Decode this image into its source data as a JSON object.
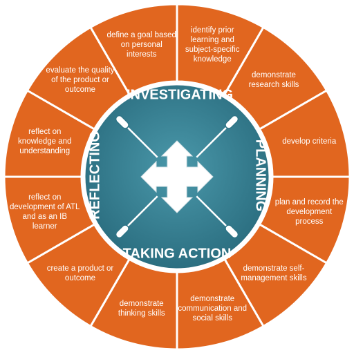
{
  "colors": {
    "segment": "#E1661F",
    "segment_border": "#ffffff",
    "center": "#2E7486",
    "center_inner": "#3F8D9F",
    "text": "#ffffff"
  },
  "phases": {
    "top": "INVESTIGATING",
    "right": "PLANNING",
    "bottom": "TAKING ACTION",
    "left": "REFLECTING"
  },
  "segments": [
    "identify prior learning and subject-specific knowledge",
    "demonstrate research skills",
    "develop criteria",
    "plan and record the development process",
    "demonstrate self-management skills",
    "demonstrate communication and social skills",
    "demonstrate thinking skills",
    "create a product or outcome",
    "reflect on development of ATL and as an IB learner",
    "reflect on knowledge and understanding",
    "evaluate the quality of the product or outcome",
    "define a goal based on personal interests"
  ]
}
